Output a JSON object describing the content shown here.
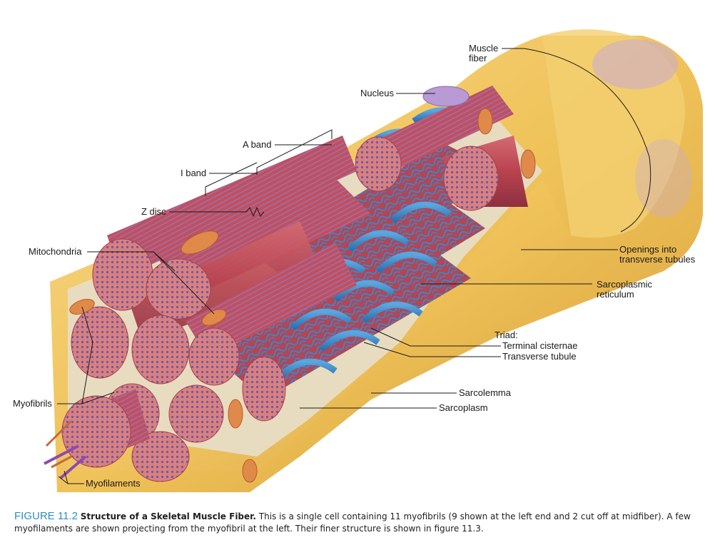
{
  "labels": {
    "muscle_fiber_1": "Muscle",
    "muscle_fiber_2": "fiber",
    "nucleus": "Nucleus",
    "a_band": "A band",
    "i_band": "I band",
    "z_disc": "Z disc",
    "mitochondria": "Mitochondria",
    "openings_1": "Openings into",
    "openings_2": "transverse tubules",
    "sarcoplasmic_1": "Sarcoplasmic",
    "sarcoplasmic_2": "reticulum",
    "triad": "Triad:",
    "terminal_cisternae": "Terminal cisternae",
    "transverse_tubule": "Transverse tubule",
    "sarcolemma": "Sarcolemma",
    "sarcoplasm": "Sarcoplasm",
    "myofibrils": "Myofibrils",
    "myofilaments": "Myofilaments"
  },
  "caption": {
    "number": "FIGURE 11.2",
    "title": "Structure of a Skeletal Muscle Fiber.",
    "text": " This is a single cell containing 11 myofibrils (9 shown at the left end and 2 cut off at midfiber). A few myofilaments are shown projecting from the myofibril at the left. Their finer structure is shown in figure 11.3."
  },
  "colors": {
    "sarcolemma": "#f2c75a",
    "myofibril": "#c8545e",
    "myofibril_end": "#d9807f",
    "reticulum": "#3c86c8",
    "caption_accent": "#2b8fc6"
  }
}
